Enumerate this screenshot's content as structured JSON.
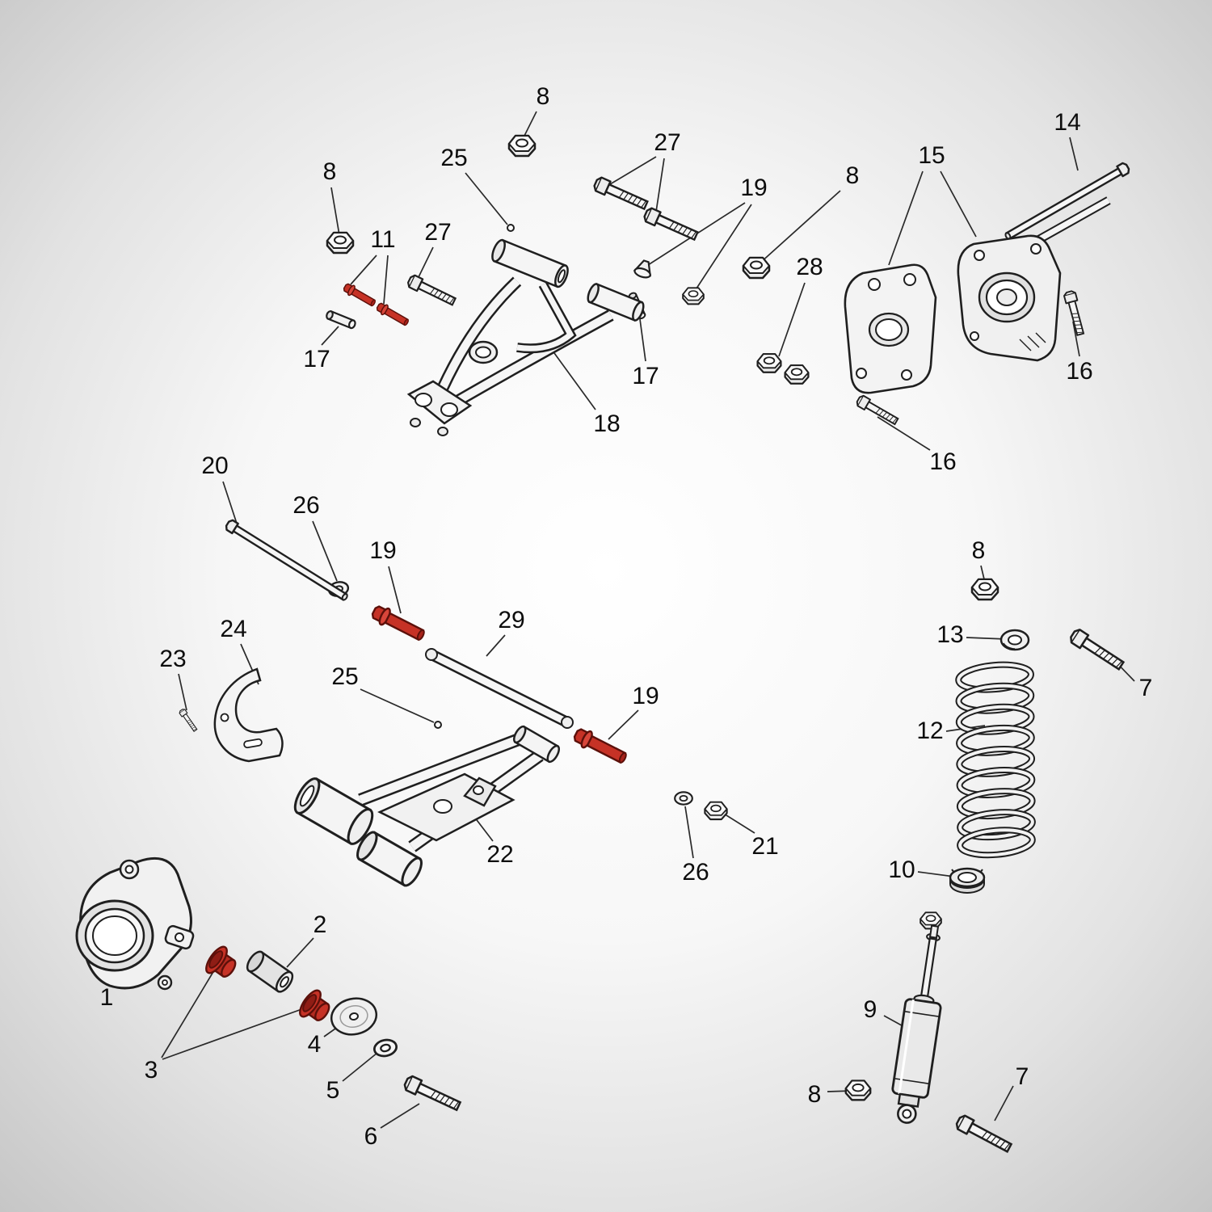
{
  "diagram": {
    "kind": "exploded-parts-diagram",
    "colors": {
      "line": "#1f1f1f",
      "highlight": "#c63226",
      "background_center": "#ffffff",
      "background_edge": "#c6c6c6"
    },
    "callouts": [
      {
        "label": "8"
      },
      {
        "label": "25"
      },
      {
        "label": "27"
      },
      {
        "label": "19"
      },
      {
        "label": "8"
      },
      {
        "label": "15"
      },
      {
        "label": "14"
      },
      {
        "label": "8"
      },
      {
        "label": "11"
      },
      {
        "label": "27"
      },
      {
        "label": "28"
      },
      {
        "label": "16"
      },
      {
        "label": "17"
      },
      {
        "label": "17"
      },
      {
        "label": "18"
      },
      {
        "label": "16"
      },
      {
        "label": "20"
      },
      {
        "label": "26"
      },
      {
        "label": "19"
      },
      {
        "label": "29"
      },
      {
        "label": "8"
      },
      {
        "label": "13"
      },
      {
        "label": "7"
      },
      {
        "label": "24"
      },
      {
        "label": "23"
      },
      {
        "label": "25"
      },
      {
        "label": "19"
      },
      {
        "label": "12"
      },
      {
        "label": "22"
      },
      {
        "label": "26"
      },
      {
        "label": "21"
      },
      {
        "label": "10"
      },
      {
        "label": "1"
      },
      {
        "label": "2"
      },
      {
        "label": "9"
      },
      {
        "label": "3"
      },
      {
        "label": "4"
      },
      {
        "label": "5"
      },
      {
        "label": "6"
      },
      {
        "label": "8"
      },
      {
        "label": "7"
      }
    ]
  }
}
